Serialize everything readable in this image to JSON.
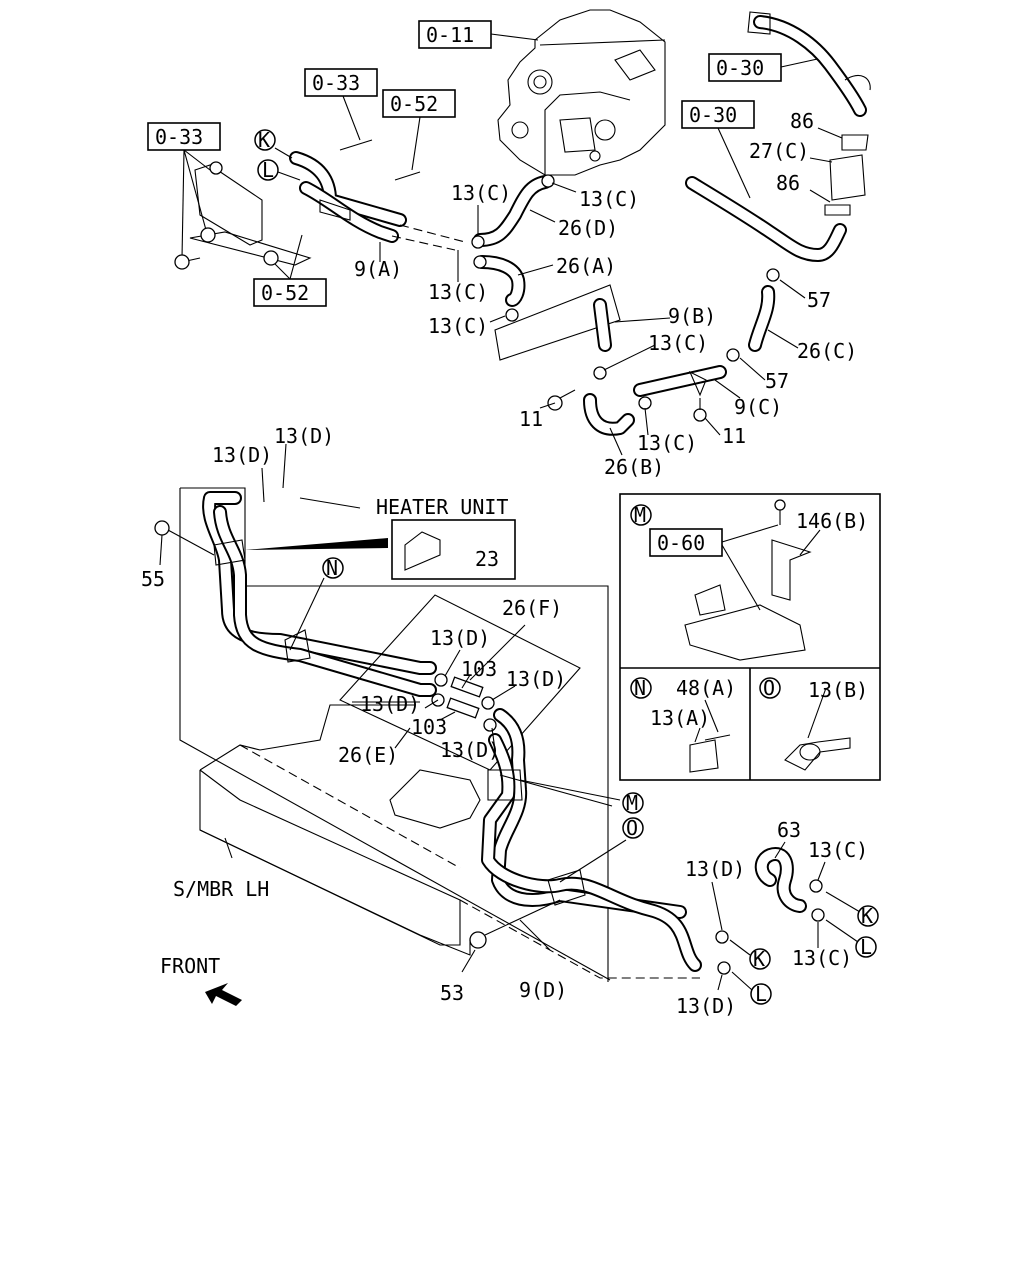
{
  "ref_boxes": {
    "r011": "0-11",
    "r033a": "0-33",
    "r052a": "0-52",
    "r033b": "0-33",
    "r052b": "0-52",
    "r030a": "0-30",
    "r030b": "0-30",
    "r060": "0-60"
  },
  "part_labels": {
    "p86a": "86",
    "p27c": "27(C)",
    "p86b": "86",
    "p13c_1": "13(C)",
    "p13c_2": "13(C)",
    "p26d": "26(D)",
    "p9a": "9(A)",
    "p26a": "26(A)",
    "p13c_3": "13(C)",
    "p13c_4": "13(C)",
    "p9b": "9(B)",
    "p13c_5": "13(C)",
    "p57a": "57",
    "p26c": "26(C)",
    "p57b": "57",
    "p9c": "9(C)",
    "p11a": "11",
    "p13c_6": "13(C)",
    "p11b": "11",
    "p26b": "26(B)",
    "p13d_1": "13(D)",
    "p13d_2": "13(D)",
    "p23": "23",
    "p55": "55",
    "p26f": "26(F)",
    "p13d_3": "13(D)",
    "p103a": "103",
    "p13d_4": "13(D)",
    "p13d_5": "13(D)",
    "p103b": "103",
    "p26e": "26(E)",
    "p13d_6": "13(D)",
    "p146b": "146(B)",
    "p48a": "48(A)",
    "p13a": "13(A)",
    "p13b": "13(B)",
    "p63": "63",
    "p13c_7": "13(C)",
    "p13d_7": "13(D)",
    "p13c_8": "13(C)",
    "p53": "53",
    "p9d": "9(D)",
    "p13d_8": "13(D)"
  },
  "callouts": {
    "K": "K",
    "L": "L",
    "N": "N",
    "M": "M",
    "O": "O"
  },
  "annotations": {
    "heater_unit": "HEATER UNIT",
    "smbr": "S/MBR LH",
    "front": "FRONT"
  }
}
